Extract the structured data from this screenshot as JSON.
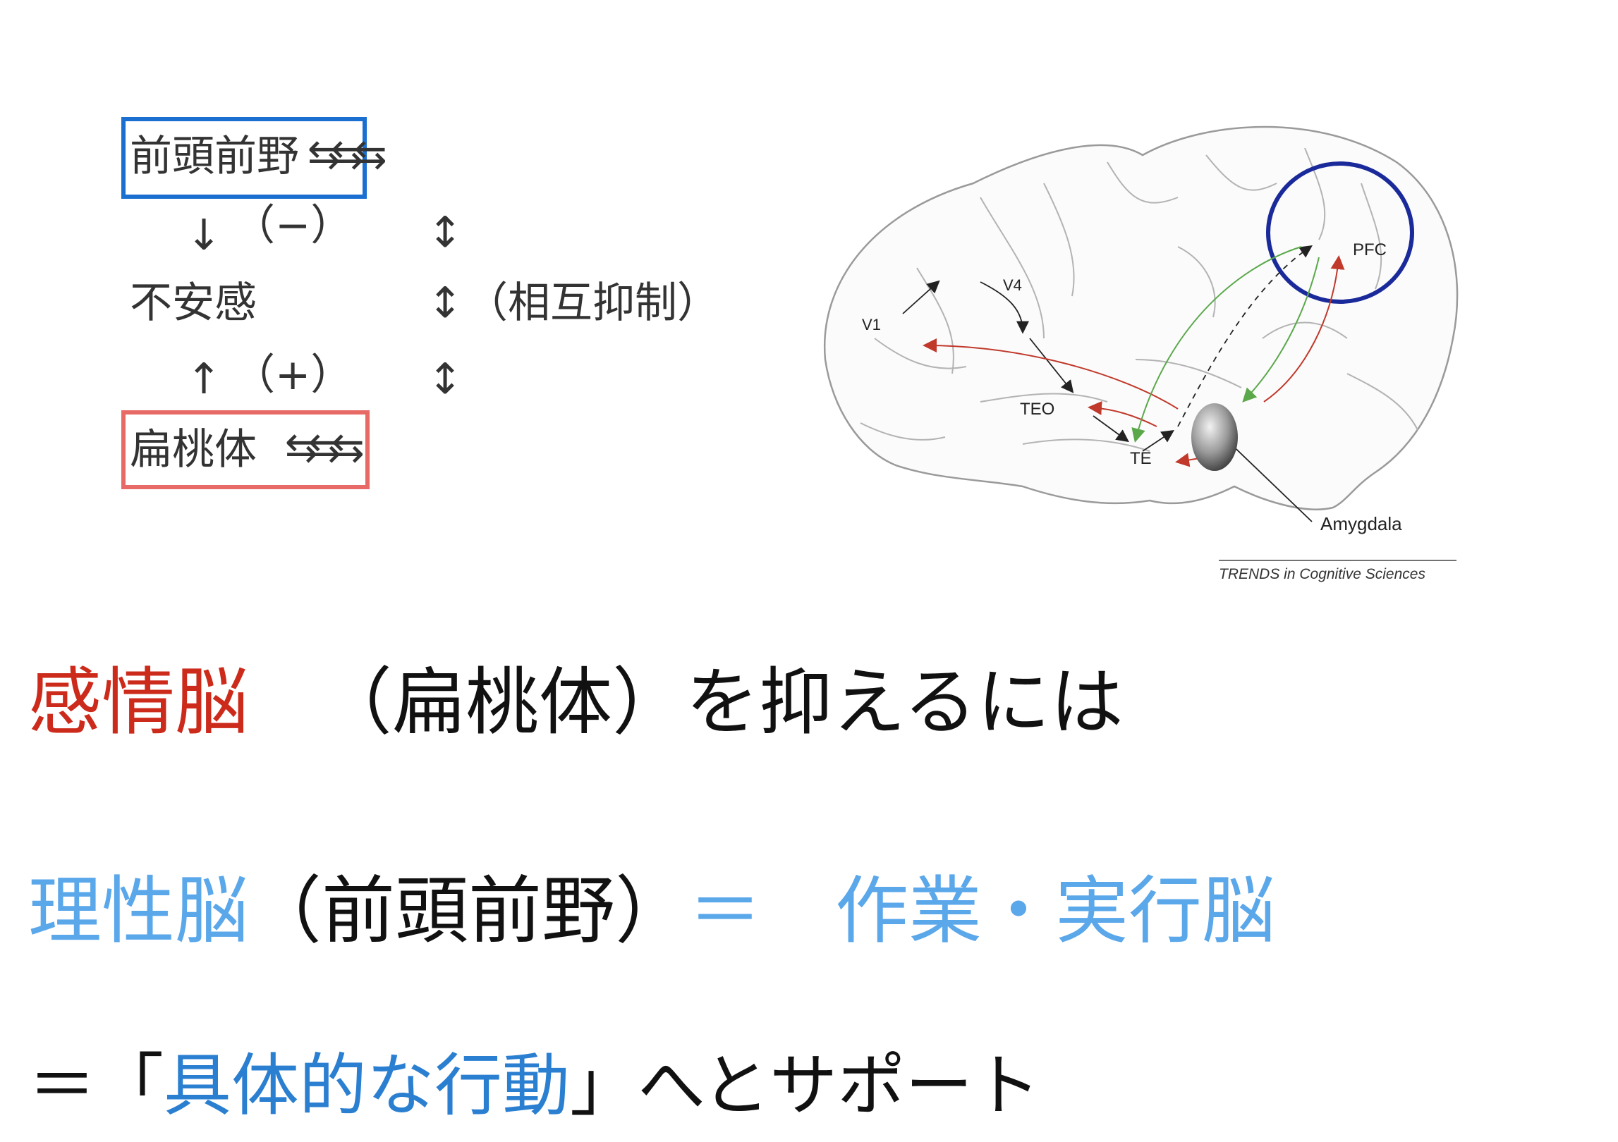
{
  "flow": {
    "pfc_label": "前頭前野",
    "pfc_arrows": "⇆⇆⇆",
    "neg_arrow": "↓",
    "neg_sign": "（−）",
    "anxiety_label": "不安感",
    "pos_arrow": "↑",
    "pos_sign": "（+）",
    "amygdala_label": "扁桃体",
    "amygdala_arrows": "⇆⇆⇆",
    "mutual_arrow_1": "↕",
    "mutual_arrow_2": "↕",
    "mutual_arrow_3": "↕",
    "mutual_label": "（相互抑制）"
  },
  "brain": {
    "labels": {
      "v1": "V1",
      "v4": "V4",
      "teo": "TEO",
      "te": "TE",
      "pfc": "PFC",
      "amygdala": "Amygdala"
    },
    "credit": "TRENDS in Cognitive Sciences"
  },
  "text": {
    "line1_emotion": "感情脳",
    "line1_rest": "（扁桃体）を抑えるには",
    "line2_reason": "理性脳",
    "line2_pfc": "（前頭前野）",
    "line2_rest": "＝　作業・実行脳",
    "line3_pre": "＝「",
    "line3_action": "具体的な行動",
    "line3_post": "」へとサポート"
  },
  "colors": {
    "emotion_red": "#cc2a1a",
    "reason_blue": "#5aa7ea",
    "action_blue": "#2b7fd1",
    "pfc_circle": "#1a2a9a",
    "box_blue": "#1a6fd1",
    "box_red": "#e86a66"
  }
}
